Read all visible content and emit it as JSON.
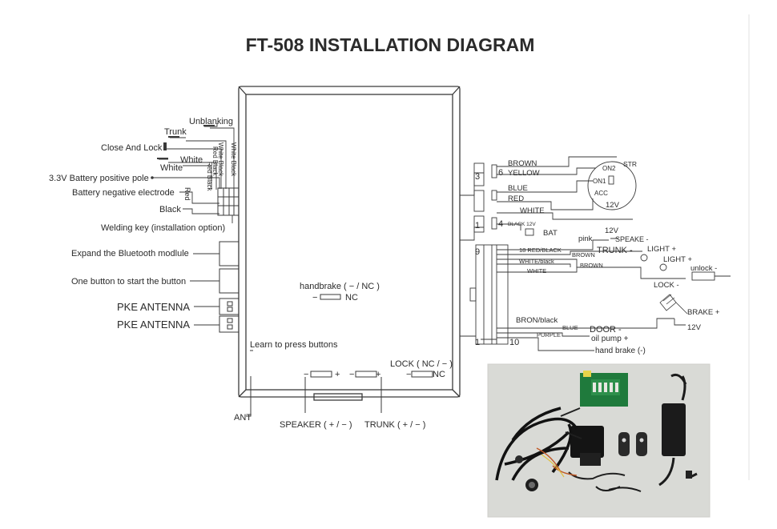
{
  "title": "FT-508 INSTALLATION DIAGRAM",
  "left_labels": {
    "unblanking": "Unblanking",
    "trunk": "Trunk",
    "close_and_lock": "Close And Lock",
    "white_1": "White",
    "white_2": "White",
    "battery_positive": "3.3V Battery positive pole",
    "battery_negative": "Battery negative electrode",
    "black": "Black",
    "red": "Red",
    "welding_key": "Welding key (installation option)",
    "expand_bluetooth": "Expand the Bluetooth modlule",
    "one_button_start": "One button to start the button",
    "pke_antenna_1": "PKE ANTENNA",
    "pke_antenna_2": "PKE ANTENNA",
    "vert_white_black_1": "White Black",
    "vert_white_black_2": "White Black",
    "vert_red_black_1": "Red Black",
    "vert_red_black_2": "Red Black"
  },
  "module_labels": {
    "handbrake": "handbrake ( − / NC )",
    "nc": "NC",
    "minus_1": "−",
    "learn": "Learn to press buttons",
    "lock": "LOCK ( NC / − )",
    "ant": "ANT",
    "speaker": "SPEAKER ( + / − )",
    "trunk": "TRUNK ( + / − )",
    "minus_2": "−",
    "plus_2": "+",
    "minus_3": "−",
    "plus_3": "+",
    "minus_4": "−",
    "nc_2": "NC"
  },
  "right_labels": {
    "brown": "BROWN",
    "yellow": "YELLOW",
    "blue": "BLUE",
    "red": "RED",
    "white": "WHITE",
    "black_12v": "BLACK 12V",
    "bat": "BAT",
    "str": "STR",
    "on2": "ON2",
    "on1": "ON1",
    "acc": "ACC",
    "v12_ign": "12V",
    "pin3": "3",
    "pin6": "6",
    "pin1": "1",
    "pin4": "4",
    "pink": "pink",
    "v12_speak": "12V",
    "speak": "SPEAKE -",
    "red_black_18": "18 RED/BLACK",
    "trunk_minus": "TRUNK -",
    "brown_2": "BROWN",
    "white_black": "WHITE/black",
    "brown_3": "BROWN",
    "white_2": "WHITE",
    "light_plus_1": "LIGHT +",
    "light_plus_2": "LIGHT +",
    "unlock": "unlock -",
    "lock_minus": "LOCK -",
    "brake_plus": "BRAKE +",
    "v12_brake": "12V",
    "bron_black": "BRON/black",
    "blue_2": "BLUE",
    "door": "DOOR -",
    "purple": "PURPLE",
    "oil_pump": "oil pump +",
    "hand_brake": "hand brake (-)",
    "pin9": "9",
    "pin1b": "1",
    "pin10": "10"
  },
  "photo": {
    "description_hidden": ""
  },
  "colors": {
    "line": "#3a3a3a",
    "text": "#2b2b2b",
    "photo_bg": "#d9dad6",
    "pcb": "#1f7a3c"
  }
}
